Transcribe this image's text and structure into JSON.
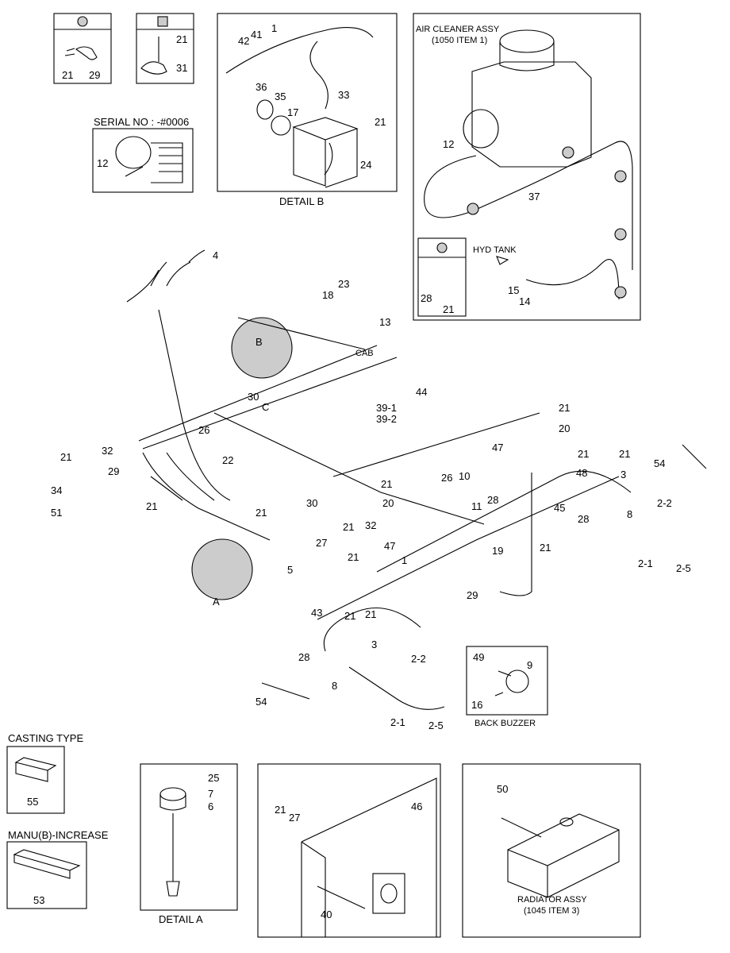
{
  "panels": {
    "clip_round_parts": [
      "21",
      "29"
    ],
    "clip_square_parts": [
      "21",
      "31"
    ],
    "serial_label": "SERIAL NO : -#0006",
    "serial_parts": [
      "12"
    ],
    "detail_b_title": "DETAIL B",
    "detail_b_parts": [
      "42",
      "41",
      "1",
      "33",
      "36",
      "35",
      "17",
      "21",
      "24"
    ],
    "air_cleaner_title": "AIR CLEANER ASSY",
    "air_cleaner_ref": "(1050 ITEM 1)",
    "air_cleaner_parts": [
      "12",
      "37",
      "15",
      "14"
    ],
    "hyd_tank_label": "HYD TANK",
    "hyd_clip_parts": [
      "28",
      "21"
    ],
    "back_buzzer_title": "BACK BUZZER",
    "back_buzzer_parts": [
      "49",
      "9",
      "16"
    ],
    "casting_title": "CASTING TYPE",
    "casting_part": "55",
    "manu_title": "MANU(B)-INCREASE",
    "manu_part": "53",
    "detail_a_title": "DETAIL A",
    "detail_a_parts": [
      "25",
      "7",
      "6"
    ],
    "frame_parts": [
      "21",
      "27",
      "46",
      "40"
    ],
    "radiator_title": "RADIATOR ASSY",
    "radiator_ref": "(1045 ITEM 3)",
    "radiator_part": "50"
  },
  "main": {
    "callout_a": "A",
    "callout_b": "B",
    "callout_c": "C",
    "cab_label": "CAB",
    "labels": [
      "4",
      "23",
      "18",
      "13",
      "30",
      "22",
      "26",
      "21",
      "32",
      "29",
      "34",
      "51",
      "21",
      "21",
      "27",
      "5",
      "30",
      "32",
      "21",
      "47",
      "20",
      "21",
      "44",
      "39-1",
      "39-2",
      "21",
      "20",
      "47",
      "26",
      "10",
      "21",
      "21",
      "48",
      "3",
      "8",
      "28",
      "45",
      "28",
      "2-2",
      "2-1",
      "2-5",
      "11",
      "19",
      "21",
      "29",
      "21",
      "1",
      "43",
      "21",
      "3",
      "28",
      "8",
      "2-2",
      "2-1",
      "2-5",
      "54",
      "54",
      "21"
    ]
  }
}
